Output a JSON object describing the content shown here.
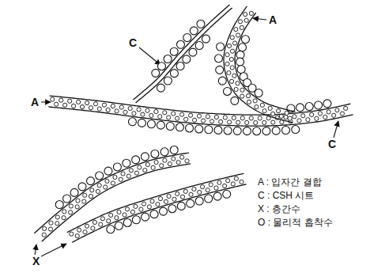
{
  "diagram": {
    "labels": [
      "A",
      "C",
      "A",
      "C",
      "X"
    ],
    "legend": [
      {
        "text": "A : 입자간 결합"
      },
      {
        "text": "C : CSH 시트"
      },
      {
        "text": "X : 층간수"
      },
      {
        "text": "O : 물리적 흡착수"
      }
    ]
  }
}
